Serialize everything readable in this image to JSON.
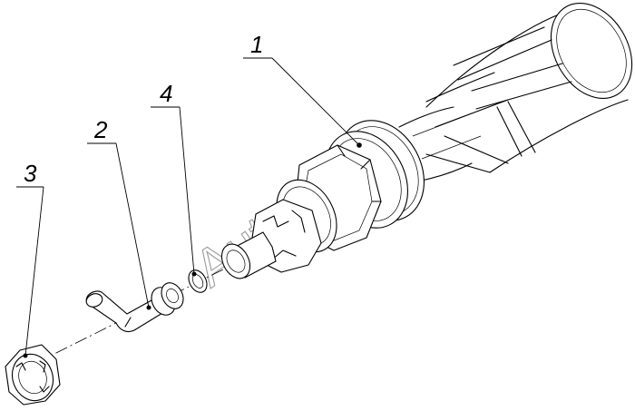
{
  "callouts": [
    {
      "id": "1",
      "label": "1"
    },
    {
      "id": "2",
      "label": "2"
    },
    {
      "id": "3",
      "label": "3"
    },
    {
      "id": "4",
      "label": "4"
    }
  ],
  "watermark": "AutoSoft"
}
